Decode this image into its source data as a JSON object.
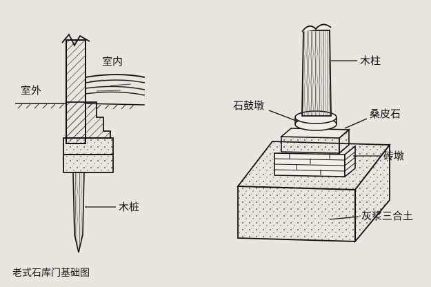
{
  "labels": {
    "indoor": "室内",
    "outdoor": "室外",
    "wood_pile": "木桩",
    "wood_column": "木柱",
    "stone_drum_base": "石鼓墩",
    "mulberry_stone": "桑皮石",
    "brick_pier": "砖墩",
    "lime_mortar_concrete": "灰浆三合土"
  },
  "caption": "老式石库门基础图"
}
